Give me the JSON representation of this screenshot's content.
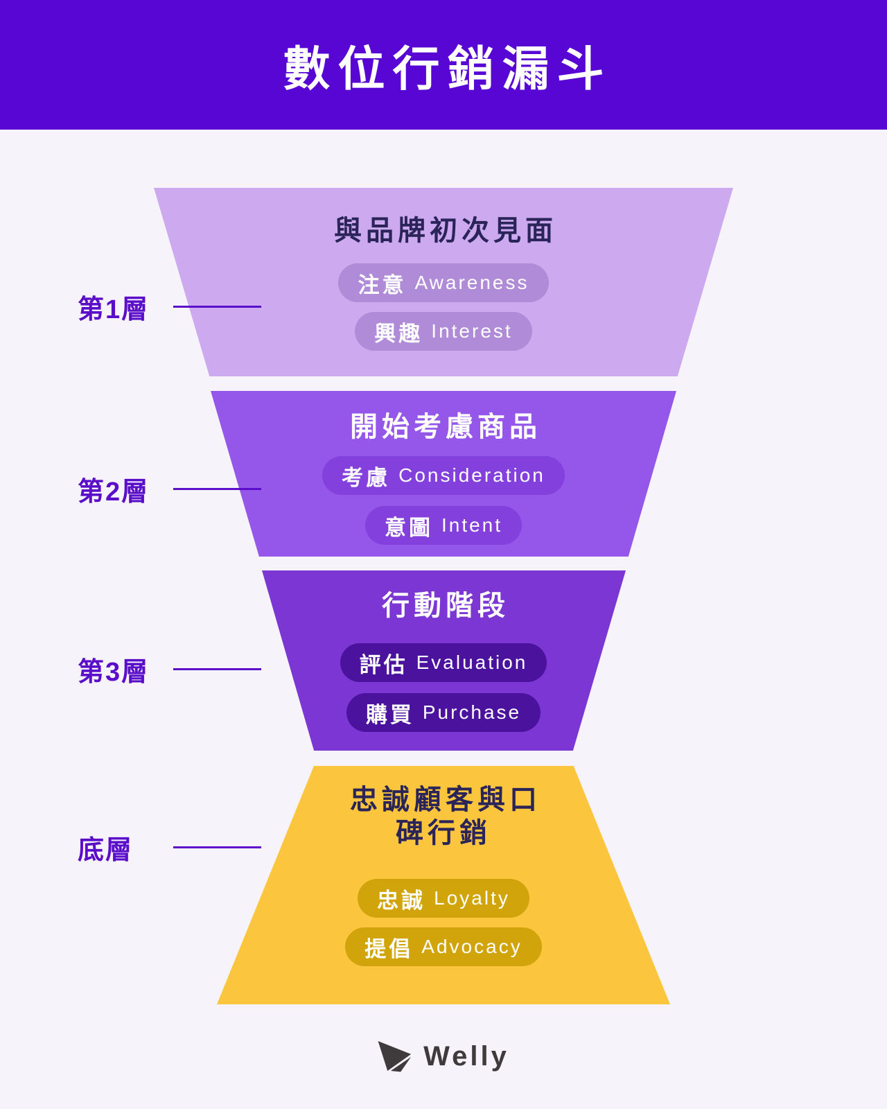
{
  "header": {
    "title": "數位行銷漏斗"
  },
  "colors": {
    "header_bg": "#5706D3",
    "page_bg": "#F7F3FB",
    "accent_purple": "#5A0EC9",
    "dark_title": "#2A2459",
    "logo_dark": "#3F3A3B"
  },
  "funnel": {
    "layers": [
      {
        "side_label": "第1層",
        "title": "與品牌初次見面",
        "title_color": "#2A2459",
        "fill": "#CDAAF0",
        "pill_fill": "#AF8BD8",
        "pills": [
          {
            "zh": "注意",
            "en": "Awareness"
          },
          {
            "zh": "興趣",
            "en": "Interest"
          }
        ]
      },
      {
        "side_label": "第2層",
        "title": "開始考慮商品",
        "title_color": "#FFFFFF",
        "fill": "#9557E9",
        "pill_fill": "#8440DC",
        "pills": [
          {
            "zh": "考慮",
            "en": "Consideration"
          },
          {
            "zh": "意圖",
            "en": "Intent"
          }
        ]
      },
      {
        "side_label": "第3層",
        "title": "行動階段",
        "title_color": "#FFFFFF",
        "fill": "#7C36D4",
        "pill_fill": "#4B129D",
        "pills": [
          {
            "zh": "評估",
            "en": "Evaluation"
          },
          {
            "zh": "購買",
            "en": "Purchase"
          }
        ]
      },
      {
        "side_label": "底層",
        "title": "忠誠顧客與口碑行銷",
        "title_color": "#2A2459",
        "fill": "#FBC63E",
        "pill_fill": "#D2A40C",
        "pills": [
          {
            "zh": "忠誠",
            "en": "Loyalty"
          },
          {
            "zh": "提倡",
            "en": "Advocacy"
          }
        ]
      }
    ]
  },
  "footer": {
    "brand": "Welly",
    "logo_icon": "paper-plane-icon"
  }
}
